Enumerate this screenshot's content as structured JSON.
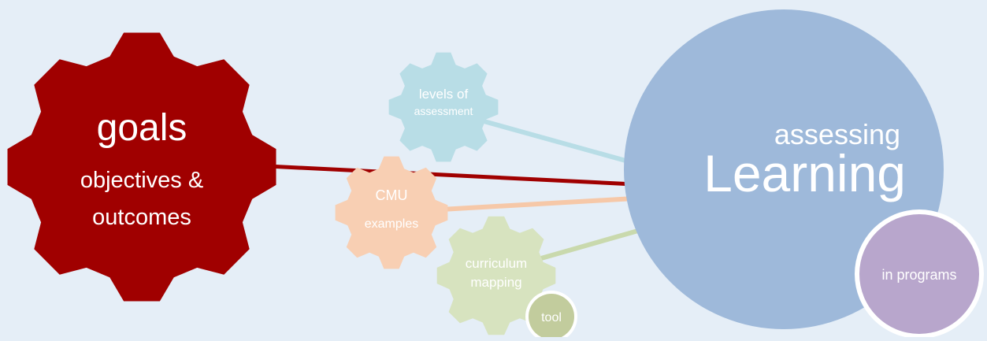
{
  "colors": {
    "background": "#e5eef7",
    "goals_gear": "#a00000",
    "levels_gear": "#b8dde6",
    "cmu_gear": "#f8cfb3",
    "curriculum_gear": "#d7e3bf",
    "tool_circle": "#c2cc9d",
    "learning_circle": "#9eb9da",
    "programs_circle": "#b8a6cc",
    "red_line": "#a00000",
    "blue_line": "#b8dde6",
    "peach_line": "#f6c8a8",
    "green_line": "#c9d9ad"
  },
  "goals": {
    "line1": "goals",
    "line2": "objectives &",
    "line3": "outcomes"
  },
  "levels": {
    "line1": "levels of",
    "line2": "assessment"
  },
  "cmu": {
    "line1": "CMU",
    "line2": "examples"
  },
  "curriculum": {
    "line1": "curriculum",
    "line2": "mapping"
  },
  "tool": {
    "label": "tool"
  },
  "learning": {
    "line1": "assessing",
    "line2": "Learning"
  },
  "programs": {
    "label": "in programs"
  }
}
